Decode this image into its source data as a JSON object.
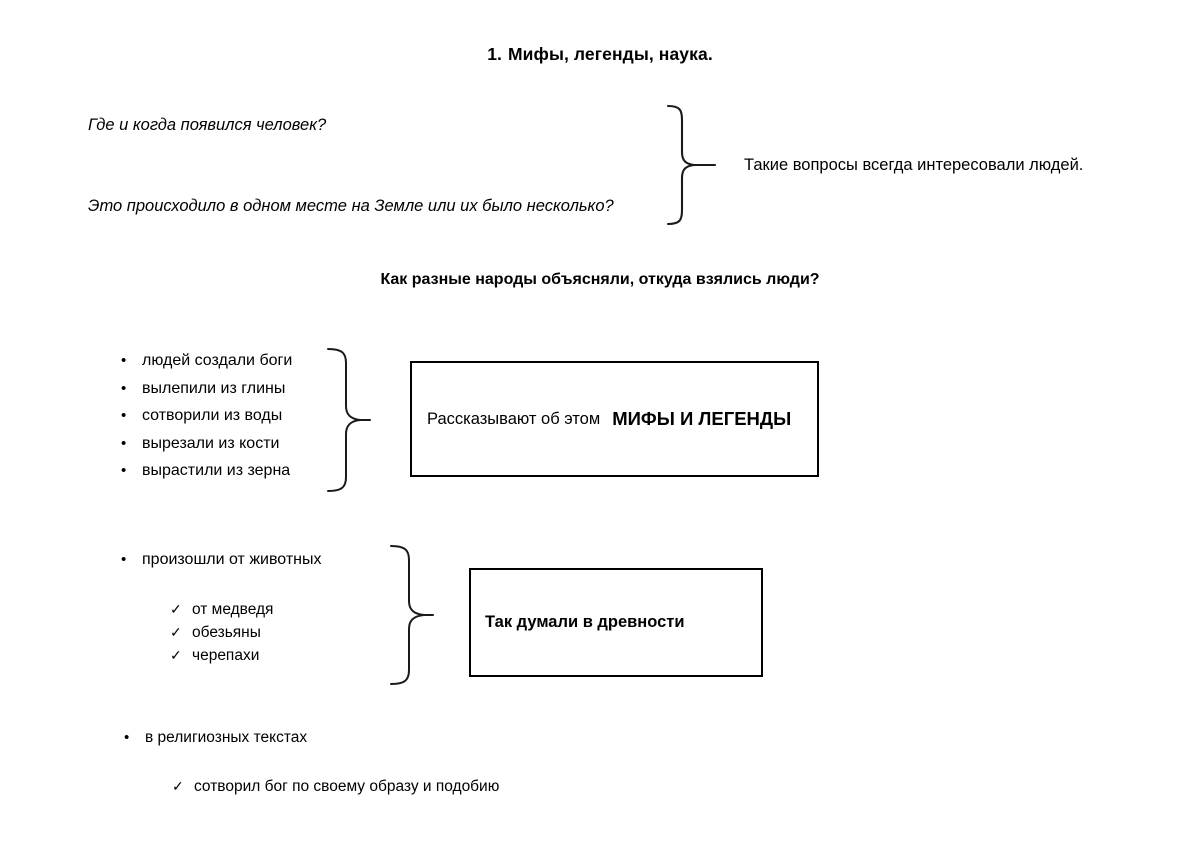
{
  "document": {
    "title_number": "1.",
    "title_text": "Мифы, легенды, наука."
  },
  "intro": {
    "question_1": "Где и когда появился человек?",
    "question_2": "Это происходило в одном месте на Земле или их было несколько?",
    "statement": "Такие вопросы всегда интересовали людей.",
    "brace_icon": "right-curly-brace-icon"
  },
  "section": {
    "heading": "Как разные народы объясняли, откуда взялись люди?"
  },
  "myths_block": {
    "bullet_marker": "•",
    "items": [
      "людей создали боги",
      "вылепили из глины",
      "сотворили из воды",
      "вырезали из кости",
      "вырастили из зерна"
    ],
    "brace_icon": "right-curly-brace-icon",
    "box": {
      "lead_text": "Рассказывают об этом",
      "emphasis_text": "МИФЫ И ЛЕГЕНДЫ"
    }
  },
  "animals_block": {
    "bullet_marker": "•",
    "items": [
      "произошли от животных"
    ],
    "check_marker": "✓",
    "sub_items": [
      "от медведя",
      "обезьяны",
      "черепахи"
    ],
    "brace_icon": "right-curly-brace-icon",
    "box": {
      "emphasis_text": "Так думали в древности"
    }
  },
  "religious_block": {
    "bullet_marker": "•",
    "items": [
      "в религиозных текстах"
    ],
    "check_marker": "✓",
    "sub_items": [
      "сотворил бог по своему образу и подобию"
    ]
  },
  "colors": {
    "text": "#000000",
    "background": "#ffffff",
    "box_border": "#000000",
    "brace_stroke": "#1a1a1a"
  }
}
